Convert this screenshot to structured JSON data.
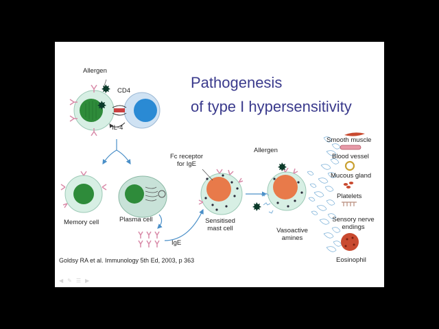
{
  "slide": {
    "title_line1": "Pathogenesis",
    "title_line2": "of type I hypersensitivity",
    "citation": "Goldsy RA et al.  Immunology 5th Ed, 2003, p 363"
  },
  "labels": {
    "allergen_top": "Allergen",
    "cd4": "CD4",
    "il4": "IL-4",
    "memory_cell": "Memory cell",
    "plasma_cell": "Plasma cell",
    "ige": "IgE",
    "fc_receptor_line1": "Fc receptor",
    "fc_receptor_line2": "for IgE",
    "sensitised_line1": "Sensitised",
    "sensitised_line2": "mast cell",
    "allergen_mid": "Allergen",
    "vasoactive_line1": "Vasoactive",
    "vasoactive_line2": "amines"
  },
  "targets": {
    "smooth_muscle": "Smooth muscle",
    "blood_vessel": "Blood vessel",
    "mucous_gland": "Mucous gland",
    "platelets": "Platelets",
    "sensory_line1": "Sensory nerve",
    "sensory_line2": "endings",
    "eosinophil": "Eosinophil"
  },
  "toolbar": {
    "prev_icon": "arrow-left-icon",
    "pen_icon": "pen-icon",
    "menu_icon": "menu-icon",
    "next_icon": "arrow-right-icon"
  },
  "colors": {
    "title": "#3a3a8c",
    "cell_green": "#2e8b3a",
    "cell_blue": "#2a8ad4",
    "mast_orange": "#e87a4a",
    "antibody_pink": "#d88aa8",
    "arrow_blue": "#4a8fc8"
  }
}
